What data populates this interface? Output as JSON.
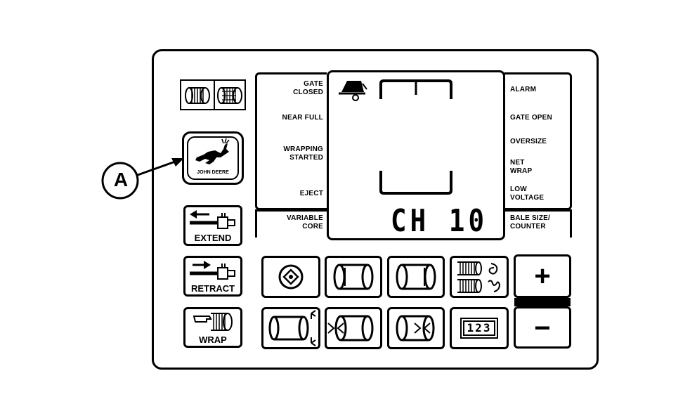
{
  "callout": {
    "label": "A"
  },
  "left_labels": [
    "GATE\nCLOSED",
    "NEAR FULL",
    "WRAPPING\nSTARTED",
    "EJECT",
    "VARIABLE\nCORE"
  ],
  "right_labels": [
    "ALARM",
    "GATE OPEN",
    "OVERSIZE",
    "NET\nWRAP",
    "LOW\nVOLTAGE",
    "BALE SIZE/\nCOUNTER"
  ],
  "display": {
    "readout": "CH 10"
  },
  "logo": {
    "text": "JOHN DEERE"
  },
  "buttons": {
    "extend": "EXTEND",
    "retract": "RETRACT",
    "wrap": "WRAP",
    "plus": "+",
    "minus": "−",
    "counter": "123"
  }
}
